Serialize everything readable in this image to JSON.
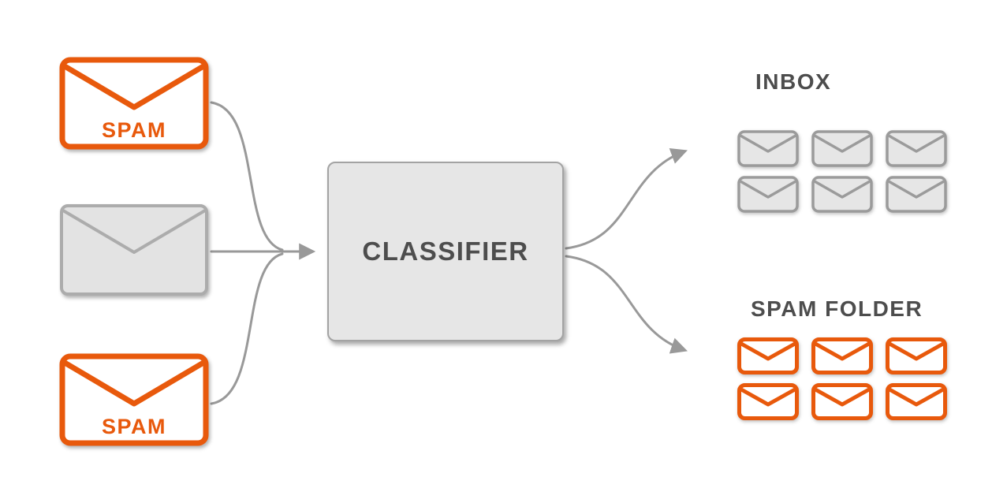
{
  "diagram": {
    "title": "spam-classifier-flow",
    "colors": {
      "spam_accent": "#E8590C",
      "connector": "#999999",
      "neutral_fill": "#E6E6E6",
      "neutral_stroke": "#A3A3A3",
      "text": "#4D4D4D"
    },
    "inputs": [
      {
        "type": "spam",
        "label": "SPAM"
      },
      {
        "type": "normal",
        "label": ""
      },
      {
        "type": "spam",
        "label": "SPAM"
      }
    ],
    "classifier": {
      "label": "CLASSIFIER"
    },
    "outputs": {
      "inbox": {
        "label": "INBOX",
        "envelope_count": 6,
        "style": "normal"
      },
      "spam_folder": {
        "label": "SPAM FOLDER",
        "envelope_count": 6,
        "style": "spam"
      }
    }
  }
}
